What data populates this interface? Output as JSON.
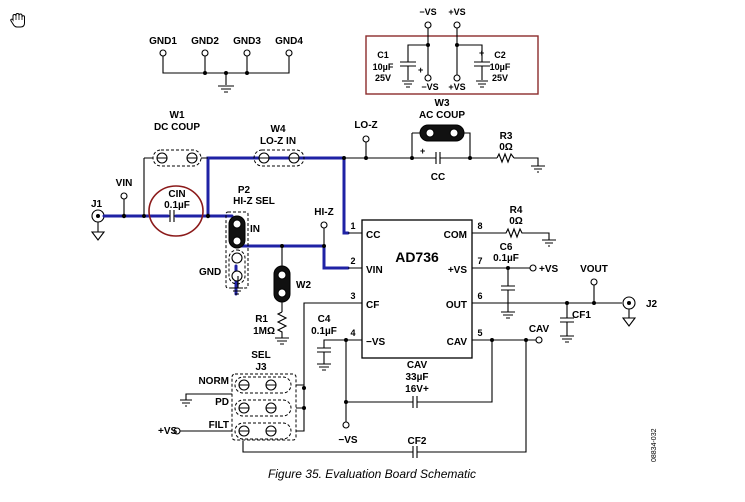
{
  "gnd_terminals": [
    "GND1",
    "GND2",
    "GND3",
    "GND4"
  ],
  "supply_box": {
    "top_labels": [
      "−VS",
      "+VS"
    ],
    "c1": {
      "ref": "C1",
      "value": "10µF",
      "voltage": "25V",
      "polarity": "+"
    },
    "c2": {
      "ref": "C2",
      "value": "10µF",
      "voltage": "25V",
      "polarity": "+"
    },
    "bottom_labels": [
      "−VS",
      "+VS"
    ]
  },
  "jumpers": {
    "w1": {
      "ref": "W1",
      "desc": "DC COUP"
    },
    "w4": {
      "ref": "W4",
      "desc": "LO-Z IN"
    },
    "w3": {
      "ref": "W3",
      "desc": "AC COUP"
    },
    "w2": {
      "ref": "W2"
    },
    "p2": {
      "ref": "P2",
      "desc": "HI-Z SEL",
      "in_label": "IN",
      "gnd_label": "GND"
    },
    "j3": {
      "sel": "SEL",
      "ref": "J3",
      "rows": [
        "NORM",
        "PD",
        "FILT"
      ]
    }
  },
  "connectors": {
    "j1": "J1",
    "j2": "J2"
  },
  "nets": {
    "vin": "VIN",
    "loz": "LO-Z",
    "hiz": "HI-Z",
    "vout": "VOUT",
    "cav": "CAV",
    "plus_vs": "+VS",
    "minus_vs": "−VS"
  },
  "components": {
    "cin": {
      "ref": "CIN",
      "value": "0.1µF"
    },
    "r1": {
      "ref": "R1",
      "value": "1MΩ"
    },
    "r3": {
      "ref": "R3",
      "value": "0Ω"
    },
    "r4": {
      "ref": "R4",
      "value": "0Ω"
    },
    "cc": {
      "ref": "CC",
      "polarity": "+"
    },
    "c4": {
      "ref": "C4",
      "value": "0.1µF"
    },
    "c6": {
      "ref": "C6",
      "value": "0.1µF"
    },
    "cav_cap": {
      "ref": "CAV",
      "value": "33µF",
      "voltage": "16V+"
    },
    "cf1": {
      "ref": "CF1"
    },
    "cf2": {
      "ref": "CF2"
    }
  },
  "chip": {
    "name": "AD736",
    "pins_left": [
      {
        "num": "1",
        "name": "CC"
      },
      {
        "num": "2",
        "name": "VIN"
      },
      {
        "num": "3",
        "name": "CF"
      },
      {
        "num": "4",
        "name": "−VS"
      }
    ],
    "pins_right": [
      {
        "num": "8",
        "name": "COM"
      },
      {
        "num": "7",
        "name": "+VS"
      },
      {
        "num": "6",
        "name": "OUT"
      },
      {
        "num": "5",
        "name": "CAV"
      }
    ]
  },
  "caption": "Figure 35. Evaluation Board Schematic",
  "doc_code": "08834-032",
  "colors": {
    "highlight_trace": "#1f22a5",
    "cin_circle": "#8b1a1a",
    "supply_box_border": "#8b2c2c"
  },
  "icons": [
    "hand-cursor-icon"
  ]
}
